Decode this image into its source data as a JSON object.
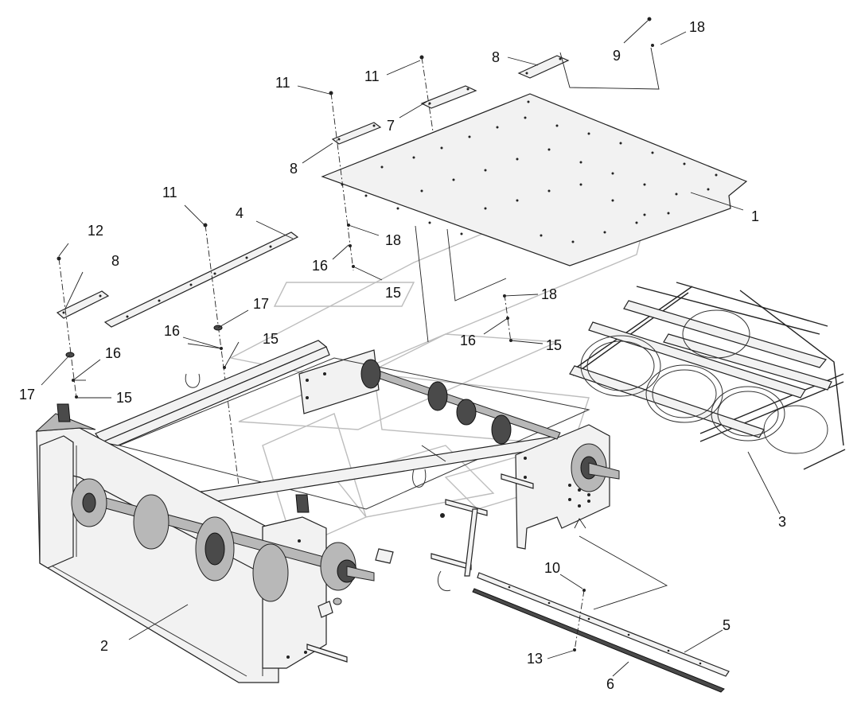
{
  "labels": {
    "l1": "1",
    "l2": "2",
    "l3": "3",
    "l4": "4",
    "l5": "5",
    "l6": "6",
    "l7": "7",
    "l8a": "8",
    "l8b": "8",
    "l8c": "8",
    "l9": "9",
    "l10": "10",
    "l11a": "11",
    "l11b": "11",
    "l11c": "11",
    "l12": "12",
    "l13": "13",
    "l15a": "15",
    "l15b": "15",
    "l15c": "15",
    "l15d": "15",
    "l16a": "16",
    "l16b": "16",
    "l16c": "16",
    "l16d": "16",
    "l17a": "17",
    "l17b": "17",
    "l18a": "18",
    "l18b": "18",
    "l18c": "18"
  }
}
